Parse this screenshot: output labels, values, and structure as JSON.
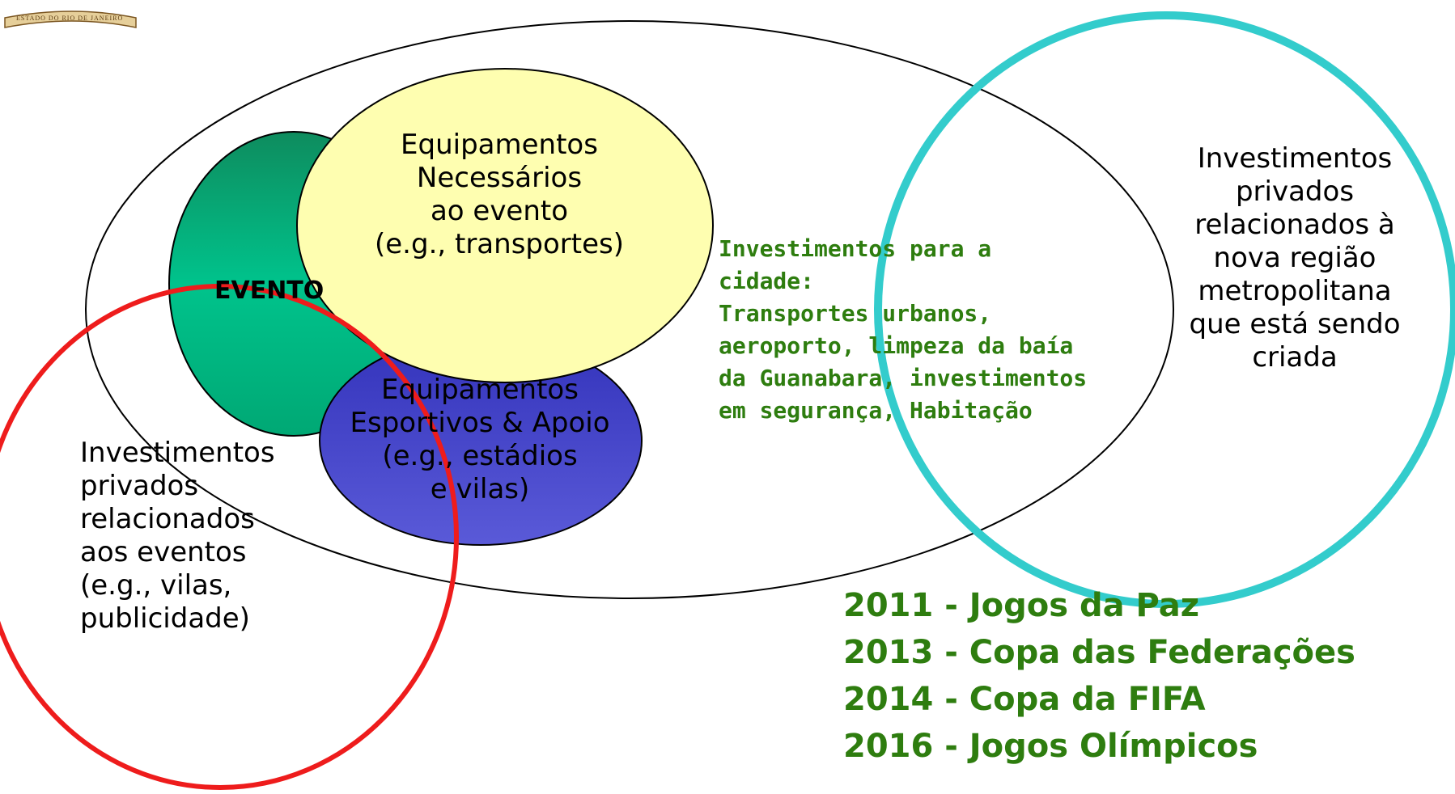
{
  "logo": {
    "text": "ESTADO DO RIO DE JANEIRO"
  },
  "evento": {
    "label": "EVENTO"
  },
  "equip_necessarios": {
    "lines": [
      "Equipamentos",
      "Necessários",
      "ao evento",
      "(e.g., transportes)"
    ]
  },
  "equip_esportivos": {
    "lines": [
      "Equipamentos",
      "Esportivos & Apoio",
      "(e.g., estádios",
      "e vilas)"
    ]
  },
  "inv_eventos": {
    "lines": [
      "Investimentos",
      "privados",
      "relacionados",
      "aos eventos",
      "(e.g., vilas,",
      "publicidade)"
    ]
  },
  "inv_cidade": {
    "lines": [
      "Investimentos para a",
      "cidade:",
      "Transportes urbanos,",
      "aeroporto, limpeza da baía",
      "da Guanabara, investimentos",
      "em segurança, Habitação"
    ]
  },
  "inv_regiao": {
    "lines": [
      "Investimentos",
      "privados",
      "relacionados à",
      "nova região",
      "metropolitana",
      "que está sendo",
      "criada"
    ]
  },
  "events_list": [
    "2011 - Jogos da Paz",
    "2013 - Copa das Federações",
    "2014 - Copa da FIFA",
    "2016 - Jogos Olímpicos"
  ],
  "colors": {
    "evento_fill": "#00c08a",
    "necessarios_fill": "#fefeb0",
    "esportivos_fill": "#4343cc",
    "red_circle": "#ee1c1c",
    "teal_circle": "#33cccc",
    "green_text": "#2e7d0f"
  }
}
